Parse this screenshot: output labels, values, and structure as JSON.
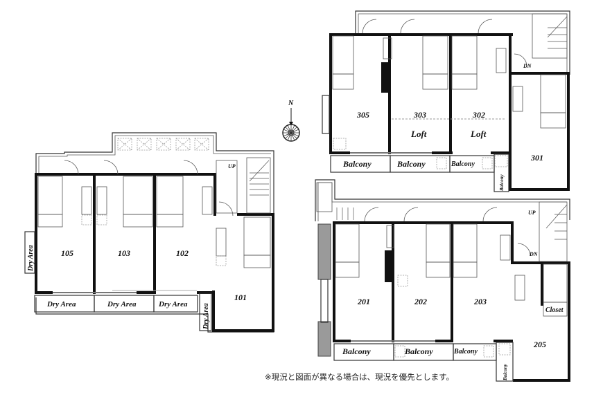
{
  "compass": {
    "label": "N"
  },
  "floor1": {
    "rooms": [
      {
        "id": "105",
        "label": "105"
      },
      {
        "id": "103",
        "label": "103"
      },
      {
        "id": "102",
        "label": "102"
      },
      {
        "id": "101",
        "label": "101"
      }
    ],
    "dry_areas": [
      "Dry Area",
      "Dry Area",
      "Dry Area",
      "Dry Area",
      "Dry Area"
    ],
    "stair_label": "UP"
  },
  "floor3": {
    "rooms": [
      {
        "id": "305",
        "label": "305"
      },
      {
        "id": "303",
        "label": "303",
        "sub": "Loft"
      },
      {
        "id": "302",
        "label": "302",
        "sub": "Loft"
      },
      {
        "id": "301",
        "label": "301"
      }
    ],
    "balconies": [
      "Balcony",
      "Balcony",
      "Balcony",
      "Balcony"
    ],
    "stair_label": "DN"
  },
  "floor2": {
    "rooms": [
      {
        "id": "201",
        "label": "201"
      },
      {
        "id": "202",
        "label": "202"
      },
      {
        "id": "203",
        "label": "203"
      },
      {
        "id": "205",
        "label": "205"
      }
    ],
    "balconies": [
      "Balcony",
      "Balcony",
      "Balcony",
      "Balcony"
    ],
    "closet": "Closet",
    "stair_labels": {
      "up": "UP",
      "down": "DN"
    }
  },
  "footnote": "※現況と図面が異なる場合は、現況を優先とします。"
}
